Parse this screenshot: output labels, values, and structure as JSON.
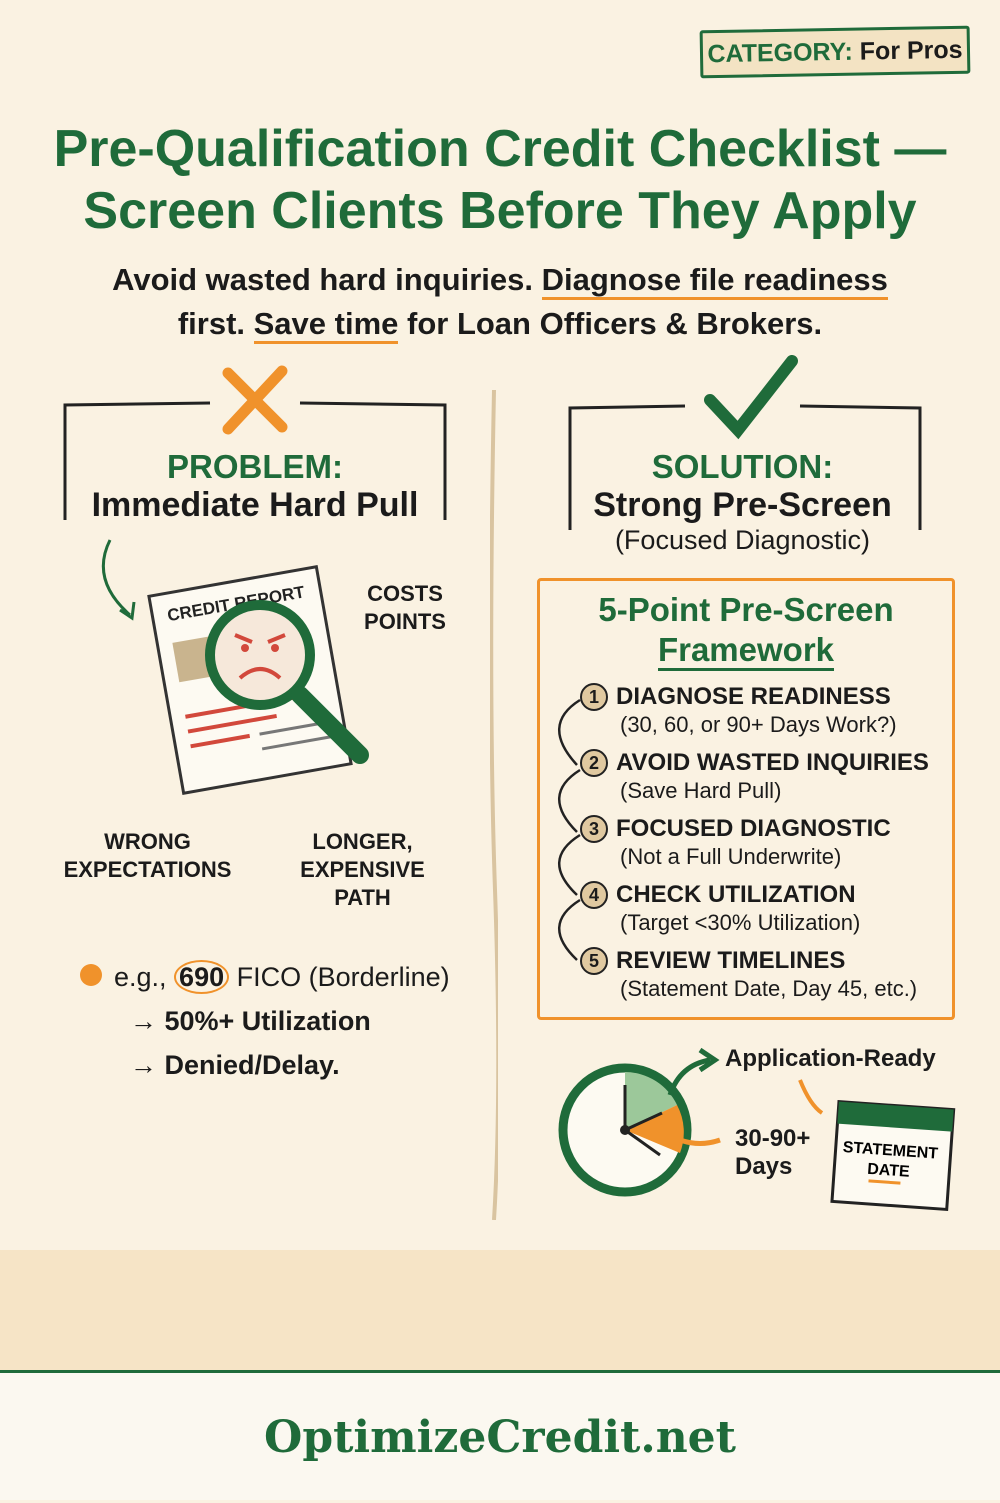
{
  "badge": {
    "prefix": "CATEGORY:",
    "value": "For Pros"
  },
  "title": {
    "line1": "Pre-Qualification Credit Checklist —",
    "line2": "Screen Clients Before They Apply"
  },
  "subtitle": {
    "part1": "Avoid wasted hard inquiries. ",
    "hl1": "Diagnose file readiness",
    "part2": " first. ",
    "hl2": "Save time",
    "part3": " for Loan Officers & Brokers."
  },
  "problem": {
    "icon": "x-icon",
    "label": "PROBLEM:",
    "title": "Immediate Hard Pull",
    "report_label": "CREDIT REPORT",
    "callouts": {
      "costs": "COSTS\nPOINTS",
      "wrong": "WRONG\nEXPECTATIONS",
      "longer": "LONGER,\nEXPENSIVE\nPATH"
    },
    "example": {
      "prefix": "e.g., ",
      "score": "690",
      "suffix": " FICO (Borderline)",
      "line2": "→ 50%+ Utilization",
      "line3": "→ Denied/Delay."
    }
  },
  "solution": {
    "icon": "check-icon",
    "label": "SOLUTION:",
    "title": "Strong Pre-Screen",
    "subtitle": "(Focused Diagnostic)"
  },
  "framework": {
    "title1": "5-Point Pre-Screen",
    "title2": "Framework",
    "items": [
      {
        "n": "1",
        "title": "DIAGNOSE READINESS",
        "desc": "(30, 60, or 90+ Days Work?)"
      },
      {
        "n": "2",
        "title": "AVOID WASTED INQUIRIES",
        "desc": "(Save Hard Pull)"
      },
      {
        "n": "3",
        "title": "FOCUSED DIAGNOSTIC",
        "desc": "(Not a Full Underwrite)"
      },
      {
        "n": "4",
        "title": "CHECK UTILIZATION",
        "desc": "(Target <30% Utilization)"
      },
      {
        "n": "5",
        "title": "REVIEW TIMELINES",
        "desc": "(Statement Date, Day 45, etc.)"
      }
    ]
  },
  "timeline": {
    "ready": "Application-Ready",
    "days1": "30-90+",
    "days2": "Days",
    "calendar1": "STATEMENT",
    "calendar2": "DATE"
  },
  "footer": {
    "site": "OptimizeCredit.net"
  },
  "colors": {
    "green": "#1f6b3a",
    "orange": "#f0922b",
    "background": "#faf2e2"
  }
}
